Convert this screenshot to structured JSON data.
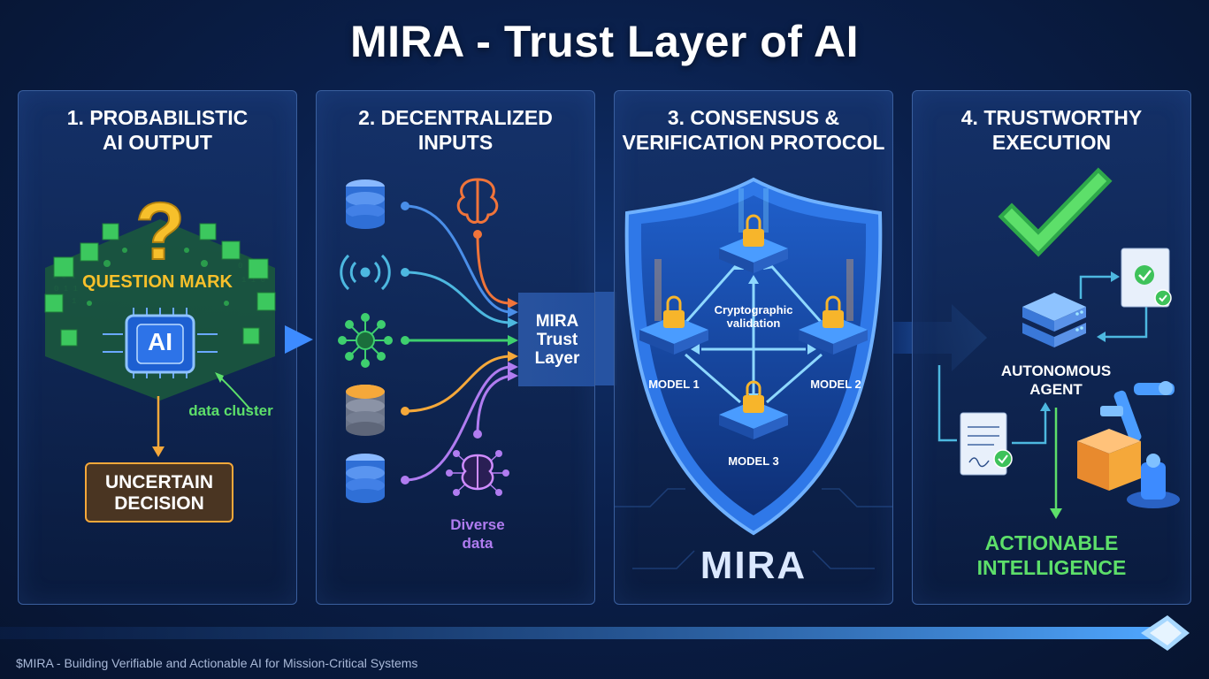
{
  "title": "MIRA - Trust Layer of AI",
  "panels": [
    {
      "line1": "1. PROBABILISTIC",
      "line2": "AI OUTPUT"
    },
    {
      "line1": "2. DECENTRALIZED",
      "line2": "INPUTS"
    },
    {
      "line1": "3. CONSENSUS &",
      "line2": "VERIFICATION PROTOCOL"
    },
    {
      "line1": "4. TRUSTWORTHY",
      "line2": "EXECUTION"
    }
  ],
  "panel1": {
    "question_mark": "?",
    "question_label": "QUESTION MARK",
    "chip_label": "AI",
    "cluster_label": "data cluster",
    "decision_line1": "UNCERTAIN",
    "decision_line2": "DECISION"
  },
  "panel2": {
    "hub_line1": "MIRA",
    "hub_line2": "Trust",
    "hub_line3": "Layer",
    "diverse_line1": "Diverse",
    "diverse_line2": "data"
  },
  "panel3": {
    "center_line1": "Cryptographic",
    "center_line2": "validation",
    "model1": "MODEL 1",
    "model2": "MODEL 2",
    "model3": "MODEL 3",
    "brand": "MIRA"
  },
  "panel4": {
    "agent_line1": "AUTONOMOUS",
    "agent_line2": "AGENT",
    "result_line1": "ACTIONABLE",
    "result_line2": "INTELLIGENCE"
  },
  "footer": "$MIRA - Building Verifiable and Actionable AI for Mission-Critical Systems",
  "colors": {
    "accent_green": "#5ddf6a",
    "accent_orange": "#f5a83a",
    "accent_blue": "#3d8bff",
    "accent_purple": "#b07cf0",
    "question_yellow": "#f7c02b"
  },
  "icons": [
    "question-icon",
    "ai-chip-icon",
    "database-icon",
    "brain-icon",
    "signal-icon",
    "network-icon",
    "shield-icon",
    "lock-icon",
    "checkmark-icon",
    "server-icon",
    "document-icon",
    "robot-arm-icon",
    "box-icon"
  ]
}
